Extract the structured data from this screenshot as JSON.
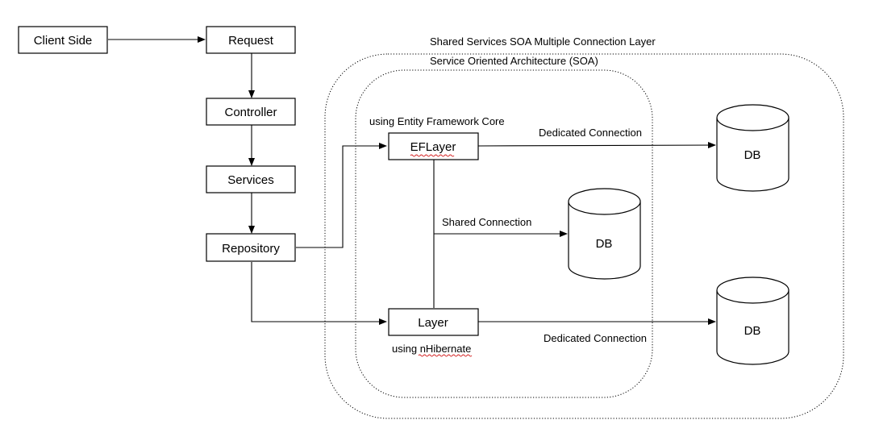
{
  "diagram": {
    "outer_region_label": "Shared Services SOA Multiple Connection Layer",
    "inner_region_label": "Service Oriented Architecture (SOA)",
    "nodes": {
      "client_side": "Client Side",
      "request": "Request",
      "controller": "Controller",
      "services": "Services",
      "repository": "Repository",
      "eflayer": "EFLayer",
      "layer": "Layer"
    },
    "annotations": {
      "ef_note": "using Entity Framework Core",
      "nh_note_prefix": "using ",
      "nh_note_word": "nHibernate"
    },
    "edge_labels": {
      "dedicated_top": "Dedicated Connection",
      "shared": "Shared Connection",
      "dedicated_bottom": "Dedicated Connection"
    },
    "databases": {
      "db_top": "DB",
      "db_middle": "DB",
      "db_bottom": "DB"
    }
  }
}
